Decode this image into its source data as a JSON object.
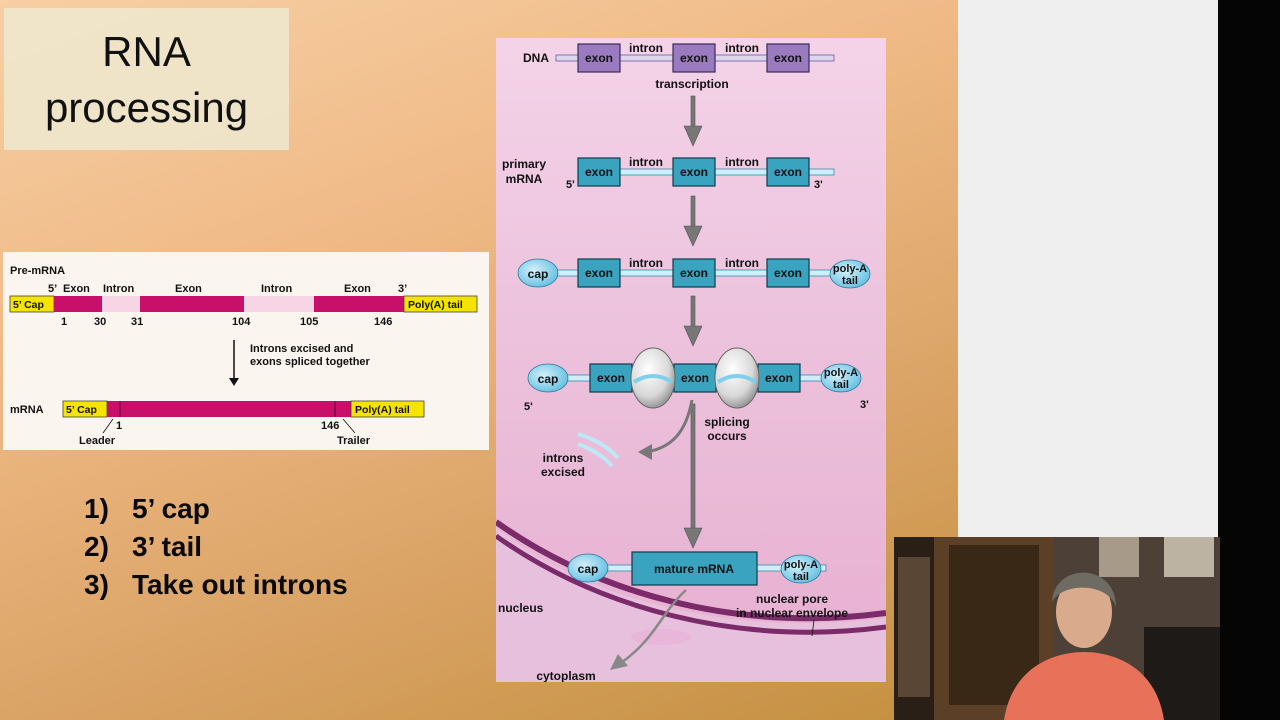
{
  "slide": {
    "title_line1": "RNA",
    "title_line2": "processing",
    "list": [
      {
        "num": "1)",
        "text": "5’ cap"
      },
      {
        "num": "2)",
        "text": "3’ tail"
      },
      {
        "num": "3)",
        "text": "Take out introns"
      }
    ]
  },
  "premrna": {
    "heading": "Pre-mRNA",
    "labels": {
      "five_prime": "5’",
      "exon1": "Exon",
      "intron1": "Intron",
      "exon2": "Exon",
      "intron2": "Intron",
      "exon3": "Exon",
      "three_prime": "3’"
    },
    "cap": "5’ Cap",
    "tail": "Poly(A) tail",
    "positions": [
      "1",
      "30",
      "31",
      "104",
      "105",
      "146"
    ],
    "arrow_text_1": "Introns excised and",
    "arrow_text_2": "exons spliced together",
    "mrna_label": "mRNA",
    "mrna_cap": "5’ Cap",
    "mrna_tail": "Poly(A) tail",
    "mrna_pos_start": "1",
    "mrna_pos_end": "146",
    "leader": "Leader",
    "trailer": "Trailer"
  },
  "diagram": {
    "dna_label": "DNA",
    "exon": "exon",
    "intron": "intron",
    "transcription": "transcription",
    "primary_1": "primary",
    "primary_2": "mRNA",
    "five": "5'",
    "three": "3'",
    "cap": "cap",
    "polya_1": "poly-A",
    "polya_2": "tail",
    "splicing_1": "splicing",
    "splicing_2": "occurs",
    "introns_1": "introns",
    "introns_2": "excised",
    "mature": "mature mRNA",
    "nucleus": "nucleus",
    "pore_1": "nuclear pore",
    "pore_2": "in nuclear envelope",
    "cytoplasm": "cytoplasm"
  },
  "colors": {
    "exon_dna": "#9b7bc0",
    "exon_rna": "#3aa3bf",
    "cap_oval": "#8fd3ea",
    "premrna_magenta": "#c8106b",
    "premrna_cap": "#f5e400"
  }
}
